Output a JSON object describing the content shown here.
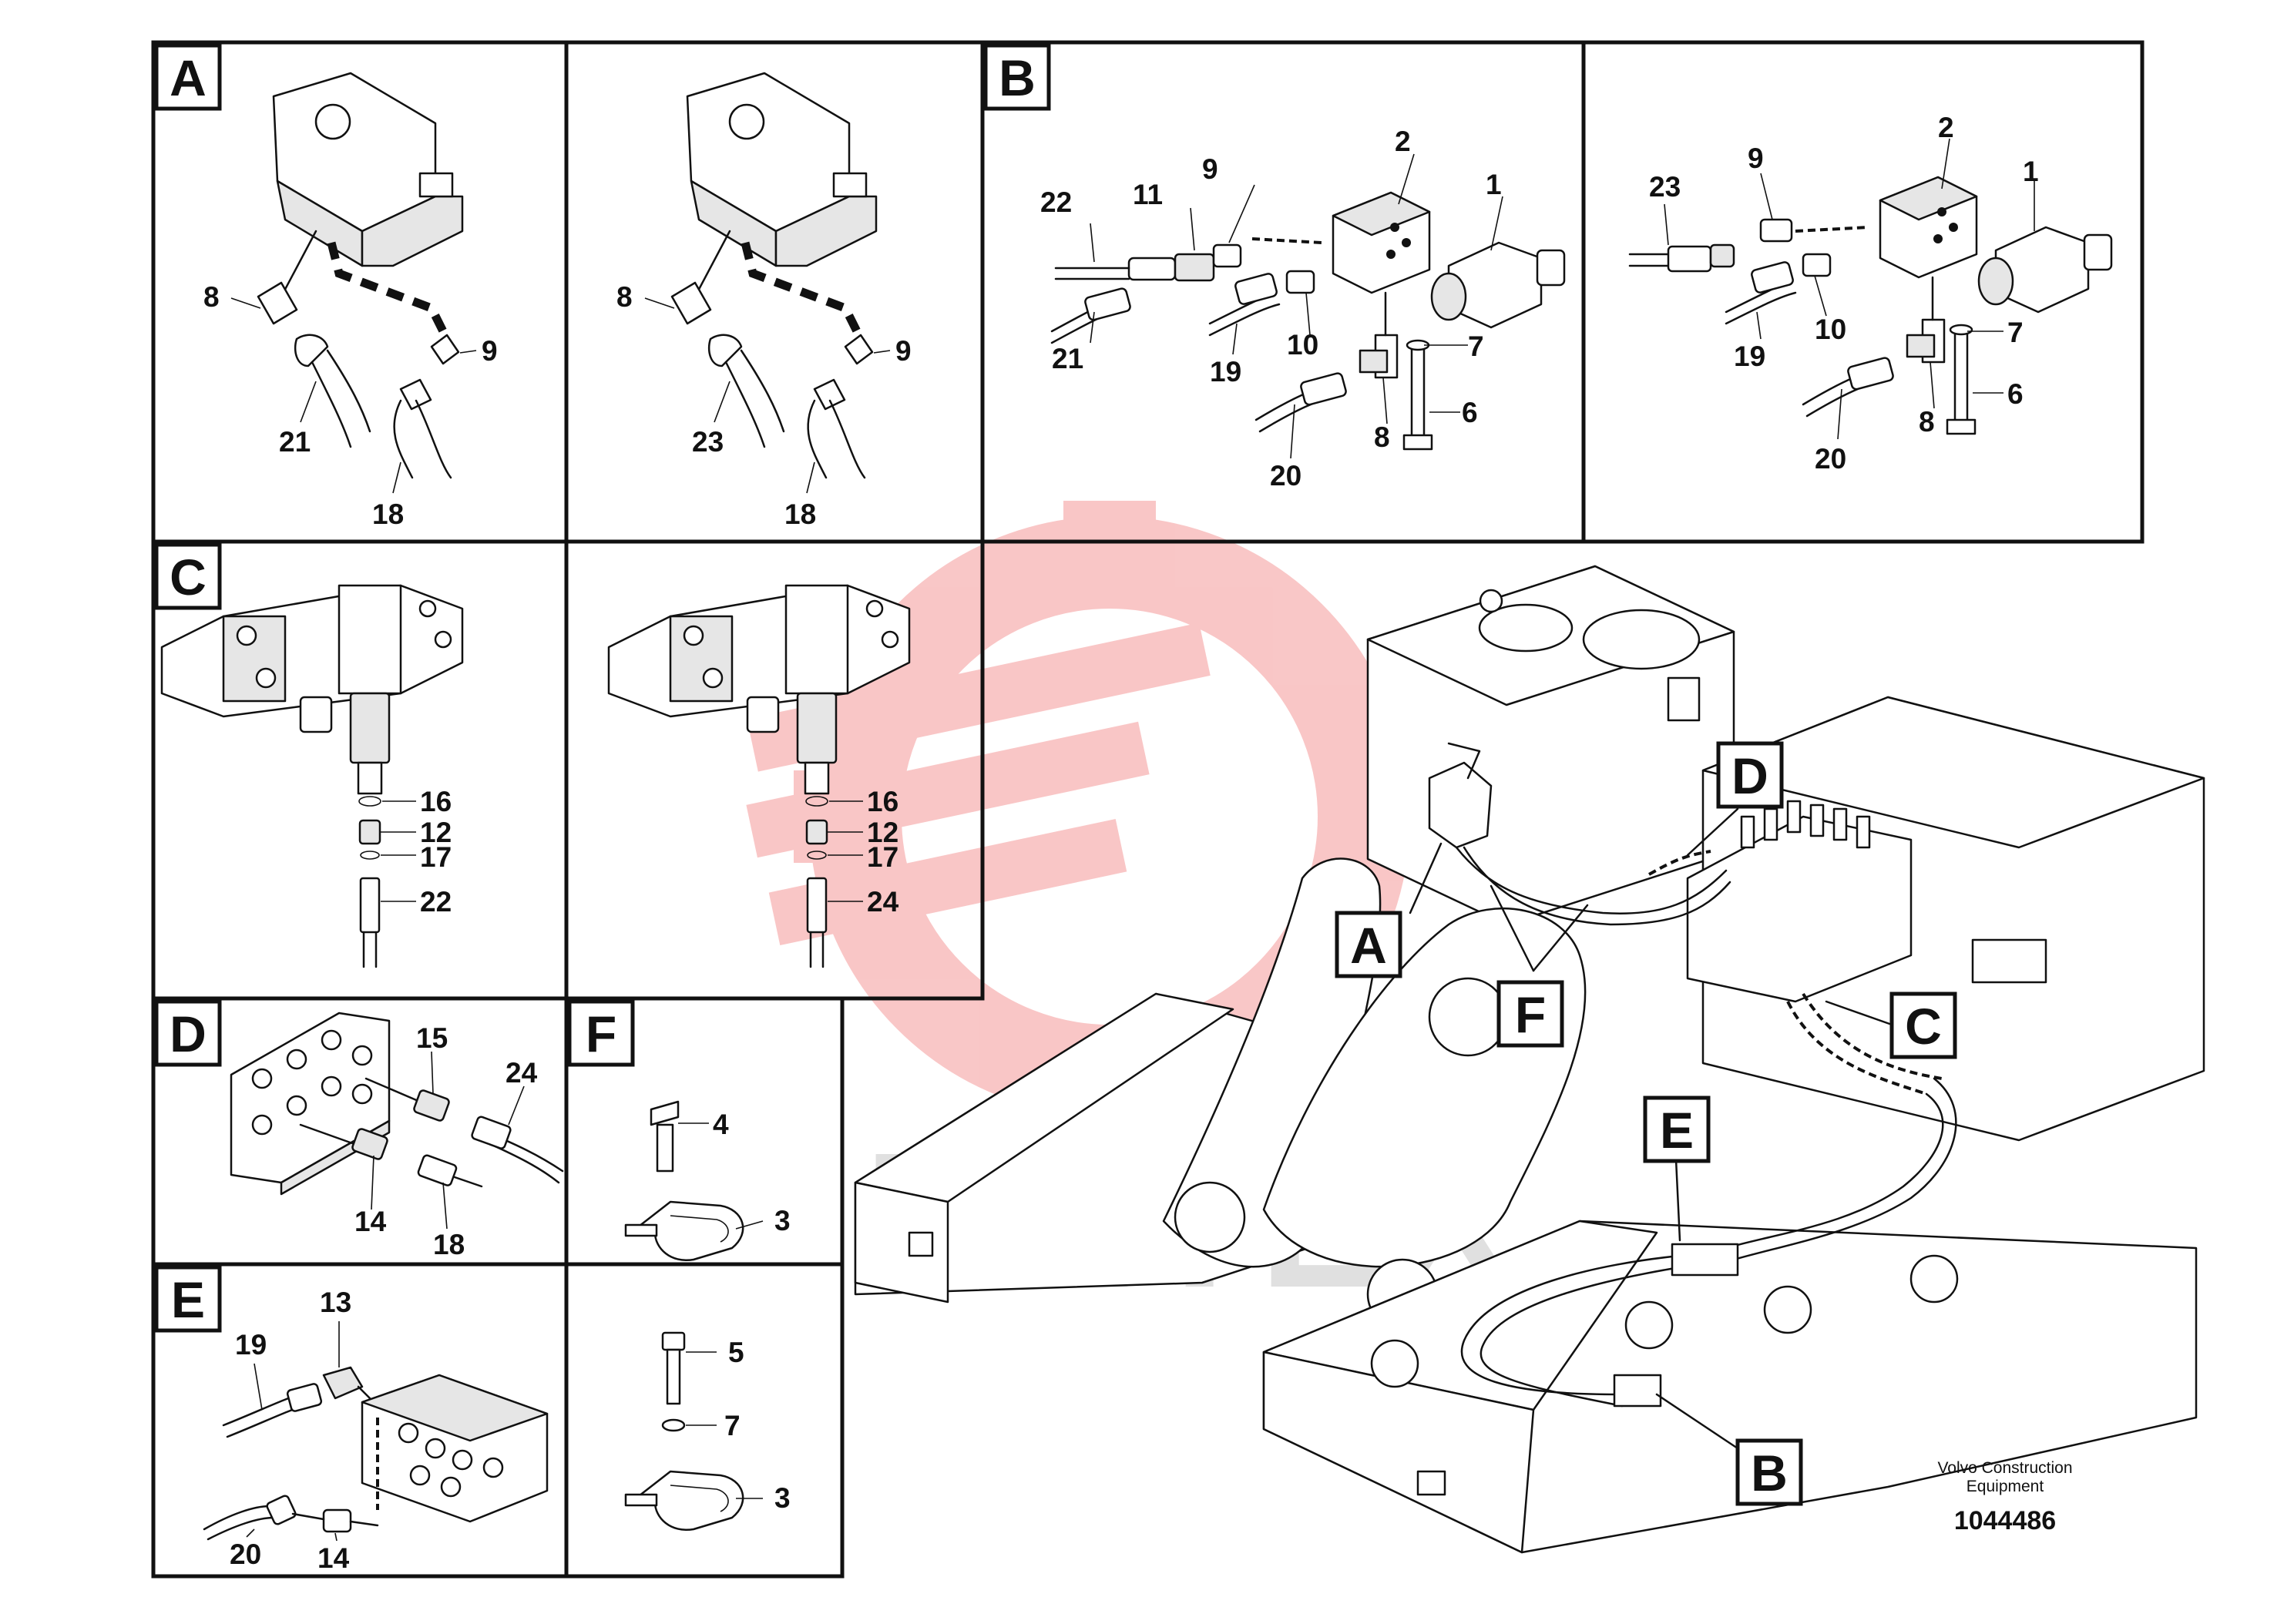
{
  "panels": {
    "A": {
      "tag": "A",
      "left": [
        "8",
        "21",
        "9",
        "18"
      ],
      "right": [
        "8",
        "23",
        "9",
        "18"
      ]
    },
    "B": {
      "tag": "B",
      "left": [
        "22",
        "11",
        "9",
        "2",
        "1",
        "21",
        "19",
        "10",
        "7",
        "8",
        "6",
        "20"
      ],
      "right": [
        "23",
        "9",
        "2",
        "1",
        "19",
        "10",
        "7",
        "8",
        "6",
        "20"
      ]
    },
    "C": {
      "tag": "C",
      "left": [
        "16",
        "12",
        "17",
        "22"
      ],
      "right": [
        "16",
        "12",
        "17",
        "24"
      ]
    },
    "D": {
      "tag": "D",
      "labels": [
        "15",
        "24",
        "14",
        "18"
      ]
    },
    "F": {
      "tag": "F",
      "top": [
        "4",
        "3"
      ],
      "bottom": [
        "5",
        "7",
        "3"
      ]
    },
    "E": {
      "tag": "E",
      "labels": [
        "13",
        "19",
        "20",
        "14"
      ]
    }
  },
  "overview_tags": [
    "D",
    "A",
    "F",
    "C",
    "E",
    "B"
  ],
  "footer": {
    "company_line1": "Volvo Construction",
    "company_line2": "Equipment",
    "doc_number": "1044486"
  },
  "watermark": {
    "text": "ИНТЕХ",
    "logo_color": "#f08080",
    "text_color": "#cfcfcf"
  }
}
